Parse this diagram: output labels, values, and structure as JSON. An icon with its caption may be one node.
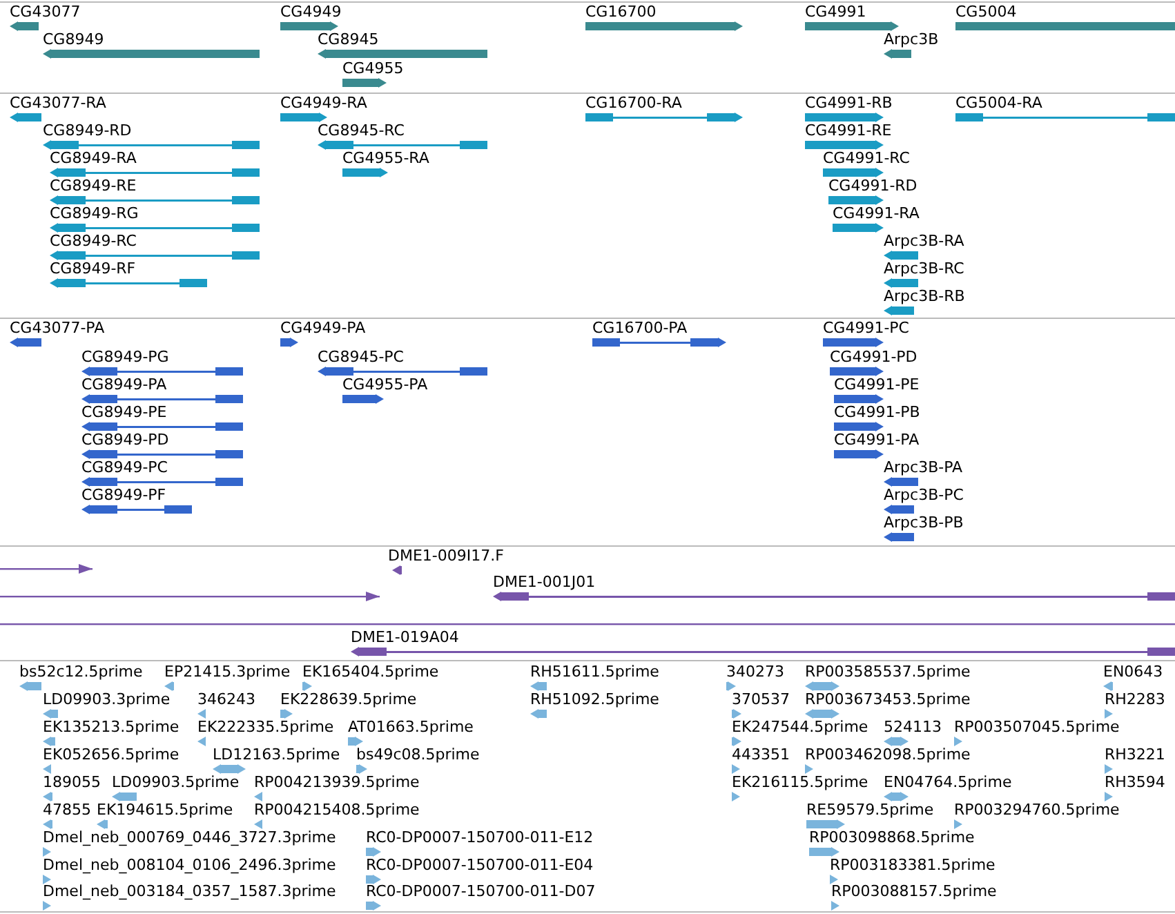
{
  "diagram": {
    "labels": [
      "CG43077",
      "CG4949",
      "CG16700",
      "CG4991",
      "CG5004",
      "CG8949",
      "CG8945",
      "Arpc3B",
      "CG4955",
      "CG43077-RA",
      "CG4949-RA",
      "CG16700-RA",
      "CG4991-RB",
      "CG5004-RA",
      "CG8949-RD",
      "CG8945-RC",
      "CG4991-RE",
      "CG8949-RA",
      "CG4955-RA",
      "CG4991-RC",
      "CG8949-RE",
      "CG4991-RD",
      "CG8949-RG",
      "CG4991-RA",
      "CG8949-RC",
      "Arpc3B-RA",
      "CG8949-RF",
      "Arpc3B-RC",
      "Arpc3B-RB",
      "CG43077-PA",
      "CG4949-PA",
      "CG16700-PA",
      "CG4991-PC",
      "CG8949-PG",
      "CG8945-PC",
      "CG4991-PD",
      "CG8949-PA",
      "CG4955-PA",
      "CG4991-PE",
      "CG8949-PE",
      "CG4991-PB",
      "CG8949-PD",
      "CG4991-PA",
      "CG8949-PC",
      "Arpc3B-PA",
      "CG8949-PF",
      "Arpc3B-PC",
      "Arpc3B-PB",
      "DME1-009I17.F",
      "DME1-001J01",
      "DME1-019A04",
      "bs52c12.5prime",
      "EP21415.3prime",
      "EK165404.5prime",
      "RH51611.5prime",
      "340273",
      "RP003585537.5prime",
      "EN0643",
      "LD09903.3prime",
      "346243",
      "EK228639.5prime",
      "RH51092.5prime",
      "370537",
      "RP003673453.5prime",
      "RH2283",
      "EK135213.5prime",
      "EK222335.5prime",
      "AT01663.5prime",
      "EK247544.5prime",
      "524113",
      "RP003507045.5prime",
      "EK052656.5prime",
      "LD12163.5prime",
      "bs49c08.5prime",
      "443351",
      "RP003462098.5prime",
      "RH3221",
      "189055",
      "LD09903.5prime",
      "RP004213939.5prime",
      "EK216115.5prime",
      "EN04764.5prime",
      "RH3594",
      "47855",
      "EK194615.5prime",
      "RP004215408.5prime",
      "RE59579.5prime",
      "RP003294760.5prime",
      "Dmel_neb_000769_0446_3727.3prime",
      "RC0-DP0007-150700-011-E12",
      "RP003098868.5prime",
      "Dmel_neb_008104_0106_2496.3prime",
      "RC0-DP0007-150700-011-E04",
      "RP003183381.5prime",
      "Dmel_neb_003184_0357_1587.3prime",
      "RC0-DP0007-150700-011-D07",
      "RP003088157.5prime"
    ]
  }
}
